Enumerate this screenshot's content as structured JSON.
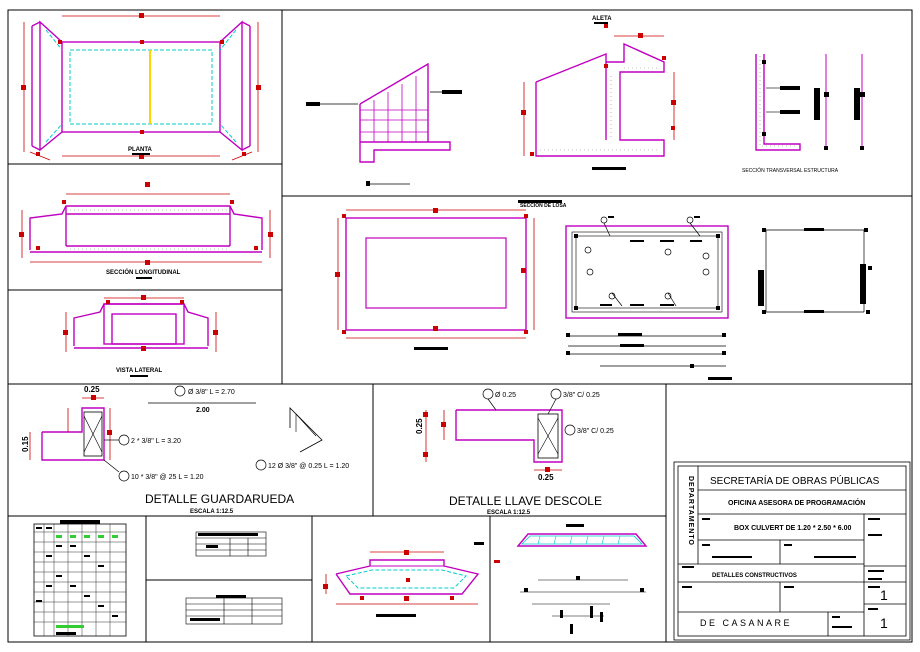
{
  "colors": {
    "outline": "#c000c0",
    "dim": "#cc0000",
    "cyan": "#00cccc",
    "yellow": "#ffd400",
    "green": "#33cc33",
    "black": "#000000"
  },
  "views": {
    "planta": "PLANTA",
    "seccion_longitudinal": "SECCIÓN LONGITUDINAL",
    "vista_lateral": "VISTA LATERAL",
    "seccion_transversal": "SECCIÓN TRANSVERSAL ESTRUCTURA",
    "aleta": "ALETA",
    "seccion_losa": "SECCIÓN DE LOSA"
  },
  "details": {
    "guardarueda": {
      "title": "DETALLE GUARDARUEDA",
      "scale": "ESCALA 1:12.5",
      "dim_top": "0.25",
      "dim_left": "0.15",
      "bar_len": "2.00",
      "note1": "2 * 3/8\" L = 3.20",
      "note2": "10 * 3/8\" @ 25 L = 1.20",
      "note3": "12 Ø 3/8\" @ 0.25 L = 1.20",
      "note4": "Ø 3/8\" L = 2.70"
    },
    "llave_descole": {
      "title": "DETALLE LLAVE DESCOLE",
      "scale": "ESCALA 1:12.5",
      "dim_left": "0.25",
      "dim_bottom": "0.25",
      "note1": "Ø 0.25",
      "note2": "3/8\" C/ 0.25",
      "note3": "3/8\" C/ 0.25"
    }
  },
  "title_block": {
    "department_label": "DEPARTAMENTO",
    "secretaria": "SECRETARÍA DE OBRAS PÚBLICAS",
    "oficina": "OFICINA ASESORA DE PROGRAMACIÓN",
    "box_label": "BOX CULVERT DE 1.20 * 2.50 * 6.00",
    "plano_label": "DETALLES CONSTRUCTIVOS",
    "department_value": "DE  CASANARE",
    "sheet_number": "1",
    "total_sheets": "1"
  }
}
